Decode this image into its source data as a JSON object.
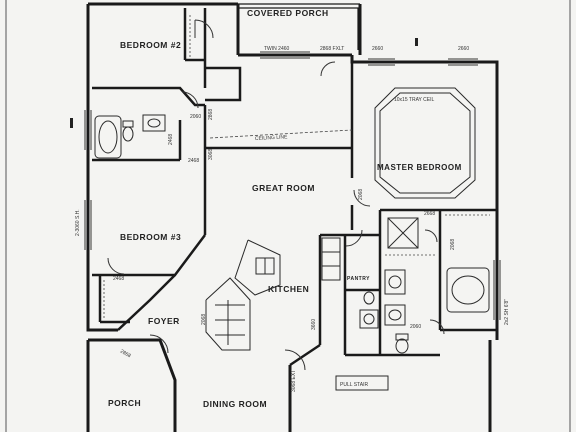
{
  "plan": {
    "rooms": {
      "covered_porch": "COVERED PORCH",
      "bedroom2": "BEDROOM #2",
      "master_bedroom": "MASTER BEDROOM",
      "great_room": "GREAT ROOM",
      "bedroom3": "BEDROOM #3",
      "kitchen": "KITCHEN",
      "foyer": "FOYER",
      "porch": "PORCH",
      "dining_room": "DINING ROOM",
      "pantry": "PANTRY"
    },
    "notes": {
      "tray_ceiling": "10x15 TRAY CEIL",
      "ceiling_line": "CEILING LINE",
      "attic_stair": "PULL STAIR"
    },
    "dimensions": {
      "d1": "TWIN 2460",
      "d2": "2868 FXLT",
      "d3": "2660",
      "d4": "2660",
      "d5": "2060",
      "d6": "2868",
      "d7": "3068",
      "d8": "2468",
      "d9": "2468",
      "d10": "2068",
      "d11": "2668",
      "d12": "2068",
      "d13": "2468",
      "d14": "3068 EXT",
      "d15": "2-3060 S.H.",
      "d16": "2068",
      "d17": "3660",
      "d18": "2060",
      "d19": "2868",
      "d20": "2x2 SH 6'8\""
    }
  }
}
